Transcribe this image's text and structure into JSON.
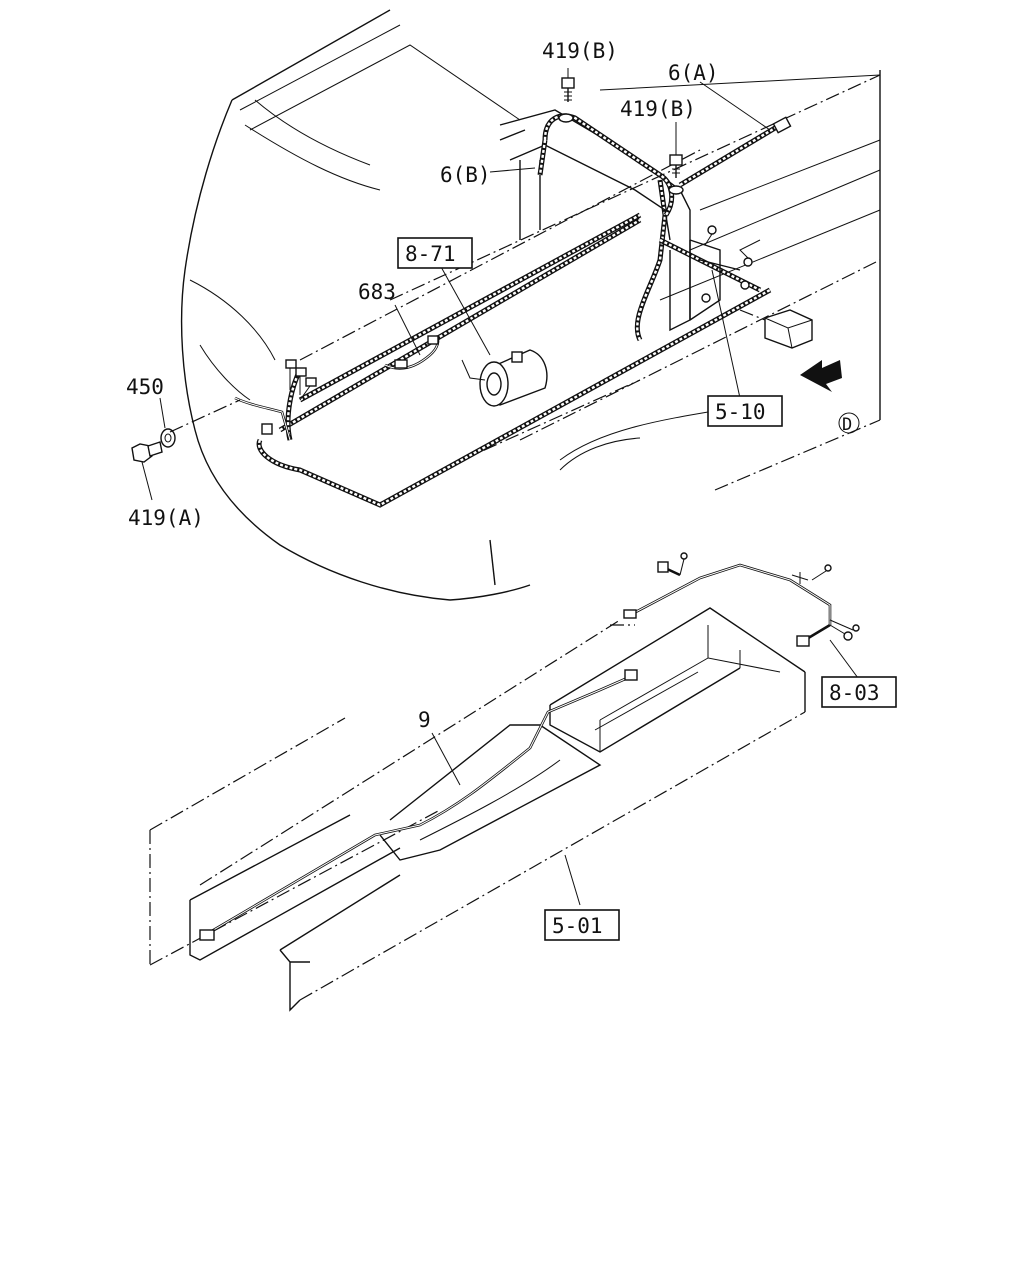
{
  "callouts": {
    "c419b_top": "419(B)",
    "c6a": "6(A)",
    "c419b_mid": "419(B)",
    "c6b": "6(B)",
    "c871": "8-71",
    "c683": "683",
    "c450": "450",
    "c419a": "419(A)",
    "c510": "5-10",
    "cD": "D",
    "c803": "8-03",
    "c9": "9",
    "c501": "5-01"
  }
}
